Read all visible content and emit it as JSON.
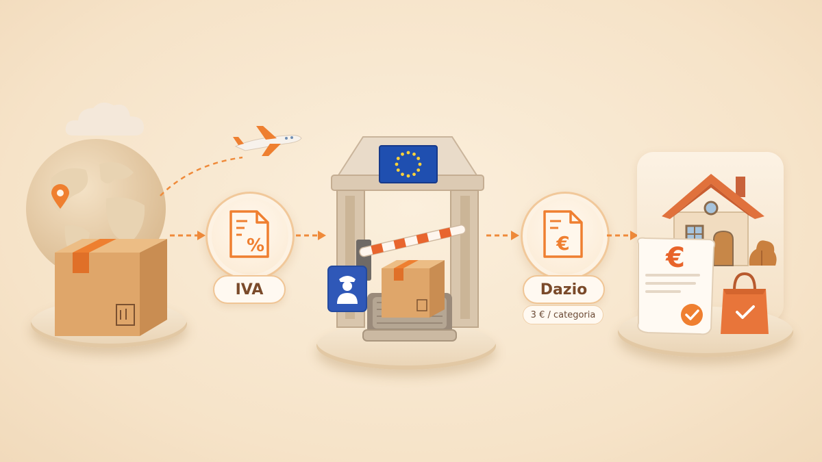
{
  "steps": {
    "vat": {
      "label": "IVA",
      "doc_symbol": "%"
    },
    "customs": {
      "flag": "EU"
    },
    "duty": {
      "label": "Dazio",
      "doc_symbol": "€",
      "note": "3 € / categoria"
    },
    "delivery": {
      "receipt_symbol": "€"
    }
  },
  "colors": {
    "accent": "#ef8a3a",
    "dark_accent": "#e0682a",
    "eu_blue": "#1f4fb0",
    "eu_star": "#ffd23a",
    "label_text": "#7a4a2a"
  }
}
